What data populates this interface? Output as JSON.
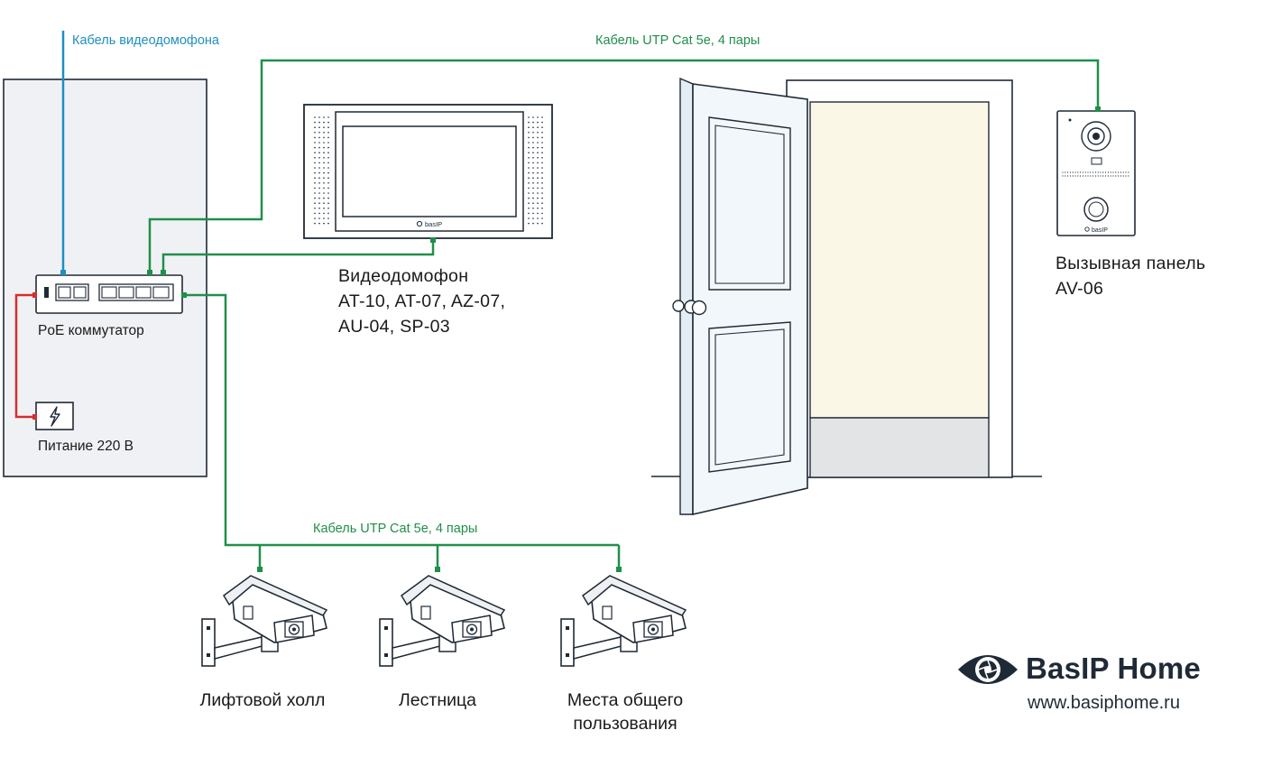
{
  "labels": {
    "intercom_cable": "Кабель видеодомофона",
    "utp_top": "Кабель UTP Cat 5e, 4 пары",
    "utp_bottom": "Кабель UTP Cat 5e, 4 пары",
    "poe_switch": "PoE коммутатор",
    "power": "Питание 220 В",
    "monitor_title": "Видеодомофон",
    "monitor_models_1": "AT-10, AT-07, AZ-07,",
    "monitor_models_2": "AU-04, SP-03",
    "panel_title": "Вызывная панель",
    "panel_model": "AV-06",
    "monitor_brand": "basIP",
    "panel_brand": "basIP",
    "cameras": [
      "Лифтовой холл",
      "Лестница",
      "Места общего пользования"
    ]
  },
  "brand": {
    "name": "BasIP Home",
    "url": "www.basiphome.ru"
  },
  "colors": {
    "utp": "#1f8f4a",
    "intercom_cable": "#1e8fbf",
    "power_cable": "#d32f2f",
    "outline": "#1f2a37",
    "room_fill": "#f0f1f4",
    "doorway_fill": "#fbf7e6",
    "floor_fill": "#e3e4e6",
    "door_fill": "#f2f7fb"
  },
  "icons": [
    "lightning-icon",
    "camera-icon",
    "eye-logo-icon",
    "rj45-port-icon"
  ]
}
